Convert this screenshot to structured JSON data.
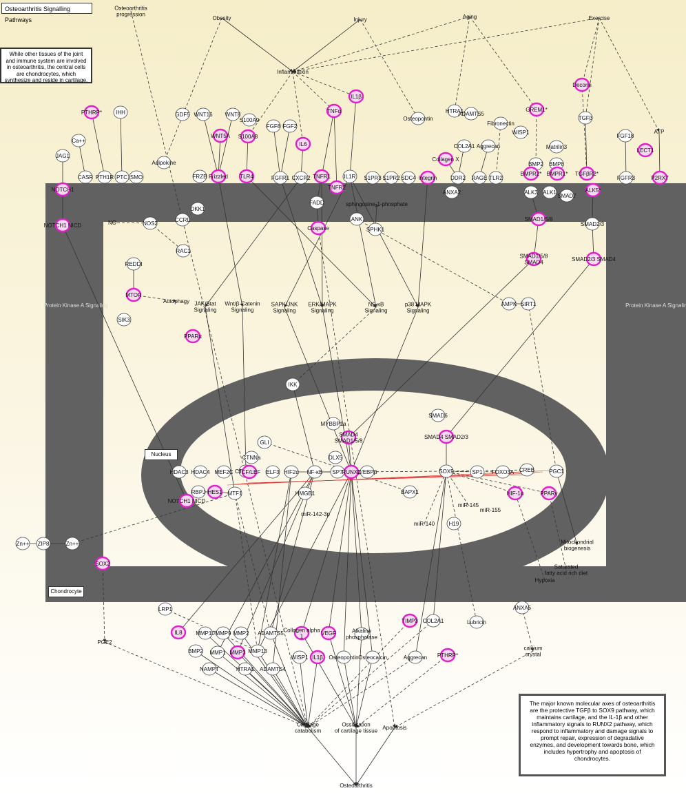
{
  "title": "Osteoarthritis Signalling Pathways",
  "intro_note": "While other tissues of the joint and immune system are involved in osteoarthritis, the central cells are chondrocytes, which synthesize and reside in cartilage.",
  "summary_note": "The major known molecular axes of osteoarthritis are the protective TGFβ to SOX9 pathway, which maintains cartilage, and the IL-1β and other inflammatory signals to RUNX2 pathway, which respond to inflammatory and damage signals to prompt repair, expression of degradative enzymes, and development towards bone, which includes hypertrophy and apoptosis of chondrocytes.",
  "regions": {
    "chondrocyte": "Chondrocyte",
    "nucleus": "Nucleus",
    "pka_left": "Protein Kinase A Signaling",
    "pka_right": "Protein Kinase A Signaling"
  },
  "colors": {
    "highlight": "#e020c8",
    "membrane": "#636363",
    "edge": "#333333"
  },
  "nodes": [
    {
      "id": "oa_prog",
      "label": "Osteoarthritis progression",
      "shape": "rect"
    },
    {
      "id": "obesity",
      "label": "Obesity",
      "shape": "rect"
    },
    {
      "id": "injury",
      "label": "Injury",
      "shape": "rect"
    },
    {
      "id": "aging",
      "label": "Aging",
      "shape": "rect"
    },
    {
      "id": "exercise",
      "label": "Exercise",
      "shape": "rect"
    },
    {
      "id": "inflammation",
      "label": "Inflammation",
      "shape": "rect"
    },
    {
      "id": "pthrp",
      "label": "PTHRP*",
      "shape": "circle",
      "hl": true
    },
    {
      "id": "ihh",
      "label": "IHH",
      "shape": "circle",
      "hl": false
    },
    {
      "id": "gdf5",
      "label": "GDF5",
      "shape": "circle",
      "hl": false
    },
    {
      "id": "wnt16",
      "label": "WNT16",
      "shape": "circle",
      "hl": false
    },
    {
      "id": "wnt8",
      "label": "WNT8",
      "shape": "circle",
      "hl": false
    },
    {
      "id": "wnt5a",
      "label": "WNT5A",
      "shape": "circle",
      "hl": true
    },
    {
      "id": "s100a9",
      "label": "S100A9",
      "shape": "circle",
      "hl": false
    },
    {
      "id": "s100a8",
      "label": "S100A8",
      "shape": "circle",
      "hl": true
    },
    {
      "id": "fgf8",
      "label": "FGF8",
      "shape": "circle",
      "hl": false
    },
    {
      "id": "fgf2",
      "label": "FGF2",
      "shape": "circle",
      "hl": false
    },
    {
      "id": "il6",
      "label": "IL6",
      "shape": "circle",
      "hl": true
    },
    {
      "id": "tnfa",
      "label": "TNFα",
      "shape": "circle",
      "hl": true
    },
    {
      "id": "il1b",
      "label": "IL1β",
      "shape": "circle",
      "hl": true
    },
    {
      "id": "osteopontin1",
      "label": "Osteopontin",
      "shape": "circle",
      "hl": false
    },
    {
      "id": "htra1",
      "label": "HTRA1",
      "shape": "circle",
      "hl": false
    },
    {
      "id": "adamts5",
      "label": "ADAMTS5",
      "shape": "circle",
      "hl": false
    },
    {
      "id": "fibronectin",
      "label": "Fibronectin",
      "shape": "circle",
      "hl": false
    },
    {
      "id": "wisp1",
      "label": "WISP1",
      "shape": "circle",
      "hl": false
    },
    {
      "id": "matrilin3",
      "label": "Matrilin3",
      "shape": "circle",
      "hl": false
    },
    {
      "id": "grem1",
      "label": "GREM1*",
      "shape": "circle",
      "hl": true
    },
    {
      "id": "decorin",
      "label": "Decorin",
      "shape": "circle",
      "hl": true
    },
    {
      "id": "tgfb",
      "label": "TGFβ",
      "shape": "circle",
      "hl": false
    },
    {
      "id": "fgf18",
      "label": "FGF18",
      "shape": "circle",
      "hl": false
    },
    {
      "id": "atp",
      "label": "ATP",
      "shape": "rect",
      "hl": false
    },
    {
      "id": "lect1",
      "label": "LECT1",
      "shape": "circle",
      "hl": true
    },
    {
      "id": "col2a1_top",
      "label": "COL2A1",
      "shape": "circle",
      "hl": false
    },
    {
      "id": "aggrecan_top",
      "label": "Aggrecan",
      "shape": "circle",
      "hl": false
    },
    {
      "id": "collagen_x",
      "label": "Collagen X",
      "shape": "circle",
      "hl": true
    },
    {
      "id": "bmp2",
      "label": "BMP2",
      "shape": "circle",
      "hl": false
    },
    {
      "id": "bmp8",
      "label": "BMP8",
      "shape": "circle",
      "hl": false
    },
    {
      "id": "ca",
      "label": "Ca++",
      "shape": "circle",
      "hl": false
    },
    {
      "id": "jag1",
      "label": "JAG1",
      "shape": "circle",
      "hl": false
    },
    {
      "id": "casr",
      "label": "CASR",
      "shape": "circle",
      "hl": false
    },
    {
      "id": "pth1r",
      "label": "PTH1R",
      "shape": "circle",
      "hl": false
    },
    {
      "id": "ptc",
      "label": "PTC",
      "shape": "circle",
      "hl": false
    },
    {
      "id": "smo",
      "label": "SMO",
      "shape": "circle",
      "hl": false
    },
    {
      "id": "adipokine",
      "label": "Adipokine",
      "shape": "circle",
      "hl": false
    },
    {
      "id": "frzb",
      "label": "FRZB",
      "shape": "circle",
      "hl": false
    },
    {
      "id": "frizzled",
      "label": "Frizzled",
      "shape": "circle",
      "hl": true
    },
    {
      "id": "tlr4",
      "label": "TLR4",
      "shape": "circle",
      "hl": true
    },
    {
      "id": "fgfr1",
      "label": "FGFR1",
      "shape": "circle",
      "hl": false
    },
    {
      "id": "cxcr2",
      "label": "CXCR2",
      "shape": "circle",
      "hl": false
    },
    {
      "id": "tnfr1",
      "label": "TNFR1",
      "shape": "circle",
      "hl": true
    },
    {
      "id": "tnfr2",
      "label": "TNFR2",
      "shape": "circle",
      "hl": true
    },
    {
      "id": "il1r",
      "label": "IL1R",
      "shape": "circle",
      "hl": false
    },
    {
      "id": "s1pr3",
      "label": "S1PR3",
      "shape": "circle",
      "hl": false
    },
    {
      "id": "s1pr2",
      "label": "S1PR2",
      "shape": "circle",
      "hl": false
    },
    {
      "id": "sdc4",
      "label": "SDC4",
      "shape": "circle",
      "hl": false
    },
    {
      "id": "integrin",
      "label": "Integrin",
      "shape": "circle",
      "hl": true
    },
    {
      "id": "ddr2",
      "label": "DDR2",
      "shape": "circle",
      "hl": false
    },
    {
      "id": "rage",
      "label": "RAGE",
      "shape": "circle",
      "hl": false
    },
    {
      "id": "tlr2",
      "label": "TLR2",
      "shape": "circle",
      "hl": false
    },
    {
      "id": "anxa2",
      "label": "ANXA2",
      "shape": "circle",
      "hl": false
    },
    {
      "id": "bmpr2",
      "label": "BMPR2*",
      "shape": "circle",
      "hl": true
    },
    {
      "id": "bmpr1",
      "label": "BMPR1*",
      "shape": "circle",
      "hl": true
    },
    {
      "id": "tgfbr2",
      "label": "TGFβR2*",
      "shape": "circle",
      "hl": true
    },
    {
      "id": "alk5",
      "label": "ALK5*",
      "shape": "circle",
      "hl": true
    },
    {
      "id": "fgfr3",
      "label": "FGFR3",
      "shape": "circle",
      "hl": false
    },
    {
      "id": "p2rx7",
      "label": "P2RX7",
      "shape": "circle",
      "hl": true
    },
    {
      "id": "notch1",
      "label": "NOTCH1",
      "shape": "circle",
      "hl": true
    },
    {
      "id": "alk3",
      "label": "ALK3",
      "shape": "circle",
      "hl": false
    },
    {
      "id": "alk1",
      "label": "ALK1",
      "shape": "circle",
      "hl": false
    },
    {
      "id": "smad7",
      "label": "SMAD7",
      "shape": "circle",
      "hl": false
    },
    {
      "id": "notch1_nicd",
      "label": "NOTCH1 NICD",
      "shape": "circle",
      "hl": true
    },
    {
      "id": "dkk1",
      "label": "DKK1",
      "shape": "circle",
      "hl": false
    },
    {
      "id": "fadd",
      "label": "FADD",
      "shape": "circle",
      "hl": false
    },
    {
      "id": "sphingosine",
      "label": "sphingosine-1-phosphate",
      "shape": "rect",
      "hl": false
    },
    {
      "id": "no",
      "label": "NO",
      "shape": "rect",
      "hl": false
    },
    {
      "id": "nos2",
      "label": "NOS2",
      "shape": "circle",
      "hl": false
    },
    {
      "id": "ccrl",
      "label": "CCRL",
      "shape": "circle",
      "hl": false
    },
    {
      "id": "caspase",
      "label": "Caspase",
      "shape": "circle",
      "hl": true
    },
    {
      "id": "ank",
      "label": "ANK",
      "shape": "circle",
      "hl": false
    },
    {
      "id": "sphk1",
      "label": "SPHK1",
      "shape": "circle",
      "hl": false
    },
    {
      "id": "smad158",
      "label": "SMAD1/5/8",
      "shape": "circle",
      "hl": true
    },
    {
      "id": "smad23",
      "label": "SMAD2/3",
      "shape": "circle",
      "hl": false
    },
    {
      "id": "rac1",
      "label": "RAC1",
      "shape": "circle",
      "hl": false
    },
    {
      "id": "reddi",
      "label": "REDDI",
      "shape": "circle",
      "hl": false
    },
    {
      "id": "smad158_4",
      "label": "SMAD1/5/8 SMAD4",
      "shape": "circle",
      "hl": true
    },
    {
      "id": "smad23_4",
      "label": "SMAD2/3 SMAD4",
      "shape": "circle",
      "hl": true
    },
    {
      "id": "mtor",
      "label": "MTOR",
      "shape": "circle",
      "hl": true
    },
    {
      "id": "autophagy",
      "label": "Autophagy",
      "shape": "rect",
      "hl": false
    },
    {
      "id": "jakstat",
      "label": "JAK/Stat Signaling",
      "shape": "rect",
      "hl": false
    },
    {
      "id": "wnt_cat",
      "label": "Wnt/β-Catenin Signaling",
      "shape": "rect",
      "hl": false
    },
    {
      "id": "sapk",
      "label": "SAPK/JNK Signaling",
      "shape": "rect",
      "hl": false
    },
    {
      "id": "erk",
      "label": "ERK/MAPK Signaling",
      "shape": "rect",
      "hl": false
    },
    {
      "id": "nfkb_sig",
      "label": "NF-κB Signaling",
      "shape": "rect",
      "hl": false
    },
    {
      "id": "p38",
      "label": "p38 MAPK Signaling",
      "shape": "rect",
      "hl": false
    },
    {
      "id": "ampk",
      "label": "AMPK",
      "shape": "circle",
      "hl": false
    },
    {
      "id": "sirt1",
      "label": "SIRT1",
      "shape": "circle",
      "hl": false
    },
    {
      "id": "sik3",
      "label": "SIK3",
      "shape": "circle",
      "hl": false
    },
    {
      "id": "ppara",
      "label": "PPARα",
      "shape": "circle",
      "hl": true
    },
    {
      "id": "ikk",
      "label": "IKK",
      "shape": "circle",
      "hl": false
    },
    {
      "id": "mybbp1a",
      "label": "MYBBP1a",
      "shape": "circle",
      "hl": false
    },
    {
      "id": "smad4_158",
      "label": "SMAD4 SMAD1/5/8",
      "shape": "circle",
      "hl": true
    },
    {
      "id": "smad6",
      "label": "SMAD6",
      "shape": "circle",
      "hl": false
    },
    {
      "id": "smad4_23",
      "label": "SMAD4 SMAD2/3",
      "shape": "circle",
      "hl": true
    },
    {
      "id": "gli",
      "label": "GLI",
      "shape": "circle",
      "hl": false
    },
    {
      "id": "ctnna",
      "label": "CTNNa",
      "shape": "circle",
      "hl": false
    },
    {
      "id": "ctnnb1",
      "label": "CTNNB1",
      "shape": "circle",
      "hl": false
    },
    {
      "id": "dlx5",
      "label": "DLX5",
      "shape": "circle",
      "hl": false
    },
    {
      "id": "hdac3",
      "label": "HDAC3",
      "shape": "circle",
      "hl": false
    },
    {
      "id": "hdac4",
      "label": "HDAC4",
      "shape": "circle",
      "hl": false
    },
    {
      "id": "mef2c",
      "label": "MEF2C",
      "shape": "circle",
      "hl": false
    },
    {
      "id": "tcflef",
      "label": "TCF/LEF",
      "shape": "circle",
      "hl": true
    },
    {
      "id": "elf3",
      "label": "ELF3",
      "shape": "circle",
      "hl": false
    },
    {
      "id": "hif2a",
      "label": "HIF2α",
      "shape": "circle",
      "hl": false
    },
    {
      "id": "nfkb",
      "label": "NF-κB",
      "shape": "circle",
      "hl": false
    },
    {
      "id": "sp7",
      "label": "SP7",
      "shape": "circle",
      "hl": false
    },
    {
      "id": "runx2",
      "label": "RUNX2",
      "shape": "circle",
      "hl": true
    },
    {
      "id": "cebp",
      "label": "C/EBPβ",
      "shape": "circle",
      "hl": false
    },
    {
      "id": "sox9",
      "label": "SOX9",
      "shape": "circle",
      "hl": false
    },
    {
      "id": "sp1",
      "label": "SP1",
      "shape": "circle",
      "hl": false
    },
    {
      "id": "foxo3a",
      "label": "FOXO3A",
      "shape": "circle",
      "hl": false
    },
    {
      "id": "creb",
      "label": "CREB",
      "shape": "circle",
      "hl": false
    },
    {
      "id": "pgc1",
      "label": "PGC1",
      "shape": "circle",
      "hl": false
    },
    {
      "id": "notch1_nicd2",
      "label": "NOTCH1 NICD",
      "shape": "circle",
      "hl": true
    },
    {
      "id": "rbpj",
      "label": "RBPJ",
      "shape": "circle",
      "hl": false
    },
    {
      "id": "hes1",
      "label": "HES1",
      "shape": "circle",
      "hl": true
    },
    {
      "id": "mtf1",
      "label": "MTF1",
      "shape": "circle",
      "hl": false
    },
    {
      "id": "hmgb1",
      "label": "HMGB1",
      "shape": "circle",
      "hl": false
    },
    {
      "id": "mir142",
      "label": "miR-142-3p",
      "shape": "rect",
      "hl": false
    },
    {
      "id": "bapx1",
      "label": "BAPX1",
      "shape": "circle",
      "hl": false
    },
    {
      "id": "mir145",
      "label": "miR-145",
      "shape": "rect",
      "hl": false
    },
    {
      "id": "mir155",
      "label": "miR-155",
      "shape": "rect",
      "hl": false
    },
    {
      "id": "mir140",
      "label": "miR-140",
      "shape": "rect",
      "hl": false
    },
    {
      "id": "h19",
      "label": "H19",
      "shape": "circle",
      "hl": false
    },
    {
      "id": "hif1a",
      "label": "HIF-1α",
      "shape": "circle",
      "hl": true
    },
    {
      "id": "pparg",
      "label": "PPARγ",
      "shape": "circle",
      "hl": true
    },
    {
      "id": "zn_out",
      "label": "Zn++",
      "shape": "circle",
      "hl": false
    },
    {
      "id": "zip8",
      "label": "ZIP8",
      "shape": "circle",
      "hl": false
    },
    {
      "id": "zn_in",
      "label": "Zn++",
      "shape": "circle",
      "hl": false
    },
    {
      "id": "sox2",
      "label": "SOX2",
      "shape": "circle",
      "hl": true
    },
    {
      "id": "mito",
      "label": "Mitochondrial biogenesis",
      "shape": "rect",
      "hl": false
    },
    {
      "id": "satfat",
      "label": "Saturated fatty acid rich diet",
      "shape": "rect",
      "hl": false
    },
    {
      "id": "hypoxia",
      "label": "Hypoxia",
      "shape": "rect",
      "hl": false
    },
    {
      "id": "lrp1",
      "label": "LRP1",
      "shape": "circle",
      "hl": false
    },
    {
      "id": "il8",
      "label": "IL8",
      "shape": "circle",
      "hl": true
    },
    {
      "id": "mmp10",
      "label": "MMP10",
      "shape": "circle",
      "hl": false
    },
    {
      "id": "mmp9",
      "label": "MMP9",
      "shape": "circle",
      "hl": false
    },
    {
      "id": "mmp2",
      "label": "MMP2",
      "shape": "circle",
      "hl": false
    },
    {
      "id": "adamts5_b",
      "label": "ADAMTS5",
      "shape": "circle",
      "hl": false
    },
    {
      "id": "collagen1",
      "label": "Collagen alpha 1",
      "shape": "circle",
      "hl": true
    },
    {
      "id": "vegf",
      "label": "VEGF",
      "shape": "circle",
      "hl": true
    },
    {
      "id": "alkphos",
      "label": "Alkaline phosphatase",
      "shape": "circle",
      "hl": false
    },
    {
      "id": "timp3",
      "label": "TIMP3",
      "shape": "circle",
      "hl": true
    },
    {
      "id": "col2a1_b",
      "label": "COL2A1",
      "shape": "circle",
      "hl": false
    },
    {
      "id": "lubricin",
      "label": "Lubricin",
      "shape": "circle",
      "hl": false
    },
    {
      "id": "anxa5",
      "label": "ANXA5",
      "shape": "circle",
      "hl": false
    },
    {
      "id": "pge2",
      "label": "PGE2",
      "shape": "rect",
      "hl": false
    },
    {
      "id": "bmp2_b",
      "label": "BMP2",
      "shape": "circle",
      "hl": false
    },
    {
      "id": "mmp1",
      "label": "MMP1",
      "shape": "circle",
      "hl": false
    },
    {
      "id": "mmp3",
      "label": "MMP3",
      "shape": "circle",
      "hl": true
    },
    {
      "id": "mmp13",
      "label": "MMP13",
      "shape": "circle",
      "hl": false
    },
    {
      "id": "htra1_b",
      "label": "HTRA1",
      "shape": "circle",
      "hl": false
    },
    {
      "id": "adamts4",
      "label": "ADAMTS4",
      "shape": "circle",
      "hl": false
    },
    {
      "id": "wisp1_b",
      "label": "WISP1",
      "shape": "circle",
      "hl": false
    },
    {
      "id": "il1b_b",
      "label": "IL1β",
      "shape": "circle",
      "hl": true
    },
    {
      "id": "osteopontin_b",
      "label": "Osteopontin",
      "shape": "circle",
      "hl": false
    },
    {
      "id": "osteocalcin",
      "label": "Osteocalcin",
      "shape": "circle",
      "hl": false
    },
    {
      "id": "aggrecan_b",
      "label": "Aggrecan",
      "shape": "circle",
      "hl": false
    },
    {
      "id": "pthrp_b",
      "label": "PTHRP*",
      "shape": "circle",
      "hl": true
    },
    {
      "id": "calcium",
      "label": "calcium crystal",
      "shape": "rect",
      "hl": false
    },
    {
      "id": "nampt",
      "label": "NAMPT",
      "shape": "circle",
      "hl": false
    },
    {
      "id": "catabolism",
      "label": "Cartilage catabolism",
      "shape": "rect",
      "hl": false
    },
    {
      "id": "ossification",
      "label": "Ossification of cartilage tissue",
      "shape": "rect",
      "hl": false
    },
    {
      "id": "apoptosis",
      "label": "Apoptosis",
      "shape": "rect",
      "hl": false
    },
    {
      "id": "oa",
      "label": "Osteoarthritis",
      "shape": "rect",
      "hl": false
    }
  ]
}
